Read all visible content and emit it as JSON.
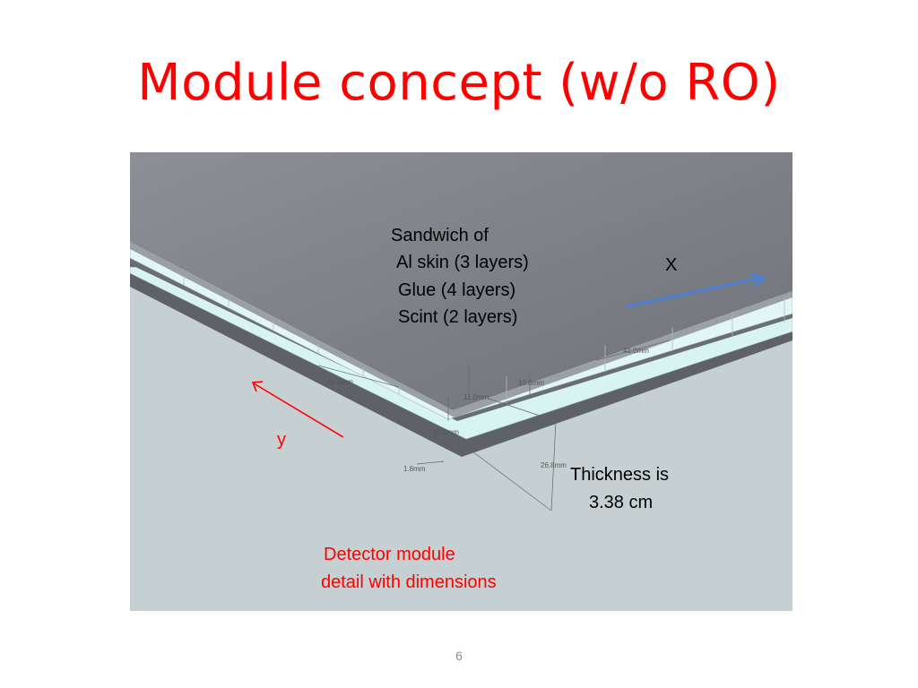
{
  "slide": {
    "title": "Module concept (w/o  RO)",
    "title_color": "#ff0000",
    "page_number": "6"
  },
  "figure": {
    "sandwich_heading": "Sandwich of",
    "layers": [
      "Al skin (3 layers)",
      "Glue (4 layers)",
      "Scint (2 layers)"
    ],
    "x_axis_label": "X",
    "y_axis_label": "y",
    "thickness_line1": "Thickness is",
    "thickness_line2": "3.38 cm",
    "caption_line1": "Detector module",
    "caption_line2": "detail with dimensions",
    "caption_color": "#ff0000",
    "x_arrow_color": "#4a7fd4",
    "y_arrow_color": "#ff0000",
    "dimensions": {
      "d41_right": "41.0mm",
      "d10_right": "10.0mm",
      "d41_left": "41.0mm",
      "d11": "11.0mm",
      "d10_left": "10.0mm",
      "d268": "26.8mm",
      "d16": "1.6mm"
    }
  }
}
